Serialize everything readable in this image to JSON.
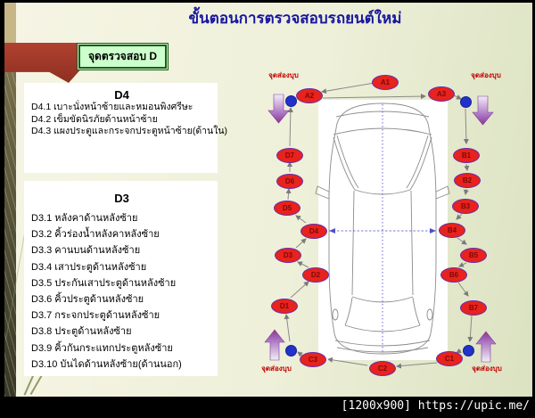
{
  "header": {
    "title": "ขั้นตอนการตรวจสอบรถยนต์ใหม่",
    "badge": "จุดตรวจสอบ D"
  },
  "panels": {
    "d4": {
      "title": "D4",
      "items": [
        "D4.1 เบาะนั่งหน้าซ้ายและหมอนพิงศรีษะ",
        "D4.2 เข็มขัดนิรภัยด้านหน้าซ้าย",
        "D4.3 แผงประตูและกระจกประตูหน้าซ้าย(ด้านใน)"
      ]
    },
    "d3": {
      "title": "D3",
      "items": [
        "D3.1 หลังคาด้านหลังซ้าย",
        "D3.2 คิ้วร่องน้ำหลังคาหลังซ้าย",
        "D3.3 คานบนด้านหลังซ้าย",
        "D3.4 เสาประตูด้านหลังซ้าย",
        "D3.5 ประกันเสาประตูด้านหลังซ้าย",
        "D3.6 คิ้วประตูด้านหลังซ้าย",
        "D3.7 กระจกประตูด้านหลังซ้าย",
        "D3.8 ประตูด้านหลังซ้าย",
        "D3.9 คิ้วกันกระแทกประตูหลังซ้าย",
        "D3.10 บันไดด้านหลังซ้าย(ด้านนอก)"
      ]
    }
  },
  "diagram": {
    "spot_label": "จุดส่องบุบ",
    "nodes": {
      "a1": "A1",
      "a2": "A2",
      "a3": "A3",
      "b1": "B1",
      "b2": "B2",
      "b3": "B3",
      "b4": "B4",
      "b5": "B5",
      "b6": "B6",
      "b7": "B7",
      "c1": "C1",
      "c2": "C2",
      "c3": "C3",
      "d1": "D1",
      "d2": "D2",
      "d3": "D3",
      "d4": "D4",
      "d5": "D5",
      "d6": "D6",
      "d7": "D7"
    }
  },
  "footer": {
    "caption": "[1200x900] https://upic.me/"
  },
  "colors": {
    "title": "#1717A0",
    "ribbon": "#A43828",
    "badge_bg": "#CCFFCC",
    "badge_border": "#176017",
    "node_fill": "#E8221C",
    "node_border": "#6C2DA8",
    "node_text": "#7B0A0A",
    "spot_text": "#C00000",
    "corner_dot": "#2232C8",
    "slide_bg": "#EEF0D9"
  }
}
